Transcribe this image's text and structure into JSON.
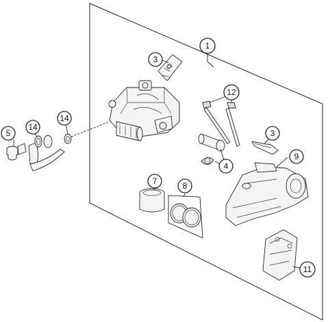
{
  "diagram": {
    "callouts": [
      {
        "id": "c1",
        "label": "1"
      },
      {
        "id": "c3a",
        "label": "3"
      },
      {
        "id": "c12",
        "label": "12"
      },
      {
        "id": "c14a",
        "label": "14"
      },
      {
        "id": "c5",
        "label": "5"
      },
      {
        "id": "c14b",
        "label": "14"
      },
      {
        "id": "c3b",
        "label": "3"
      },
      {
        "id": "c9",
        "label": "9"
      },
      {
        "id": "c4",
        "label": "4"
      },
      {
        "id": "c7",
        "label": "7"
      },
      {
        "id": "c8",
        "label": "8"
      },
      {
        "id": "c11",
        "label": "11"
      }
    ]
  }
}
